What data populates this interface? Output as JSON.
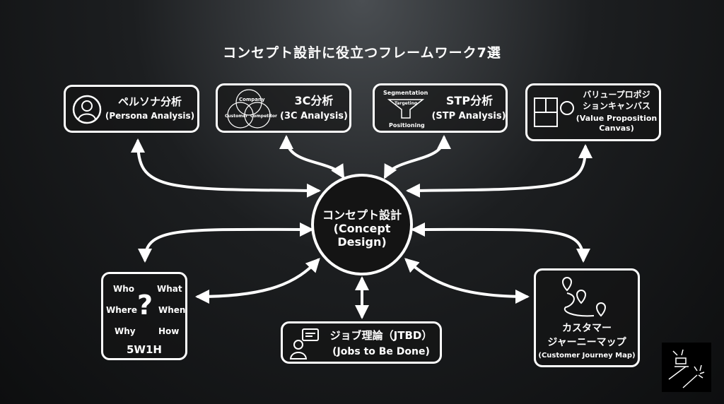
{
  "title": "コンセプト設計に役立つフレームワーク7選",
  "center": {
    "line1": "コンセプト設計",
    "line2": "(Concept",
    "line3": "Design)"
  },
  "persona": {
    "title": "ペルソナ分析",
    "sub": "(Persona Analysis)"
  },
  "three_c": {
    "title": "3C分析",
    "sub": "(3C Analysis)",
    "company": "Company",
    "customer": "Customer",
    "competitor": "Competitor"
  },
  "stp": {
    "title": "STP分析",
    "sub": "(STP Analysis)",
    "segmentation": "Segmentation",
    "targeting": "Targeting",
    "positioning": "Positioning"
  },
  "vpc": {
    "line1": "バリュープロポジ",
    "line2": "ションキャンバス",
    "line3": "(Value Proposition",
    "line4": "Canvas)"
  },
  "w5h1": {
    "who": "Who",
    "what": "What",
    "where": "Where",
    "when": "When",
    "why": "Why",
    "how": "How",
    "q": "?",
    "label": "5W1H"
  },
  "jtbd": {
    "title": "ジョブ理論（JTBD）",
    "sub": "(Jobs to Be Done)"
  },
  "cjm": {
    "line1": "カスタマー",
    "line2": "ジャーニーマップ",
    "sub": "(Customer Journey Map)"
  }
}
